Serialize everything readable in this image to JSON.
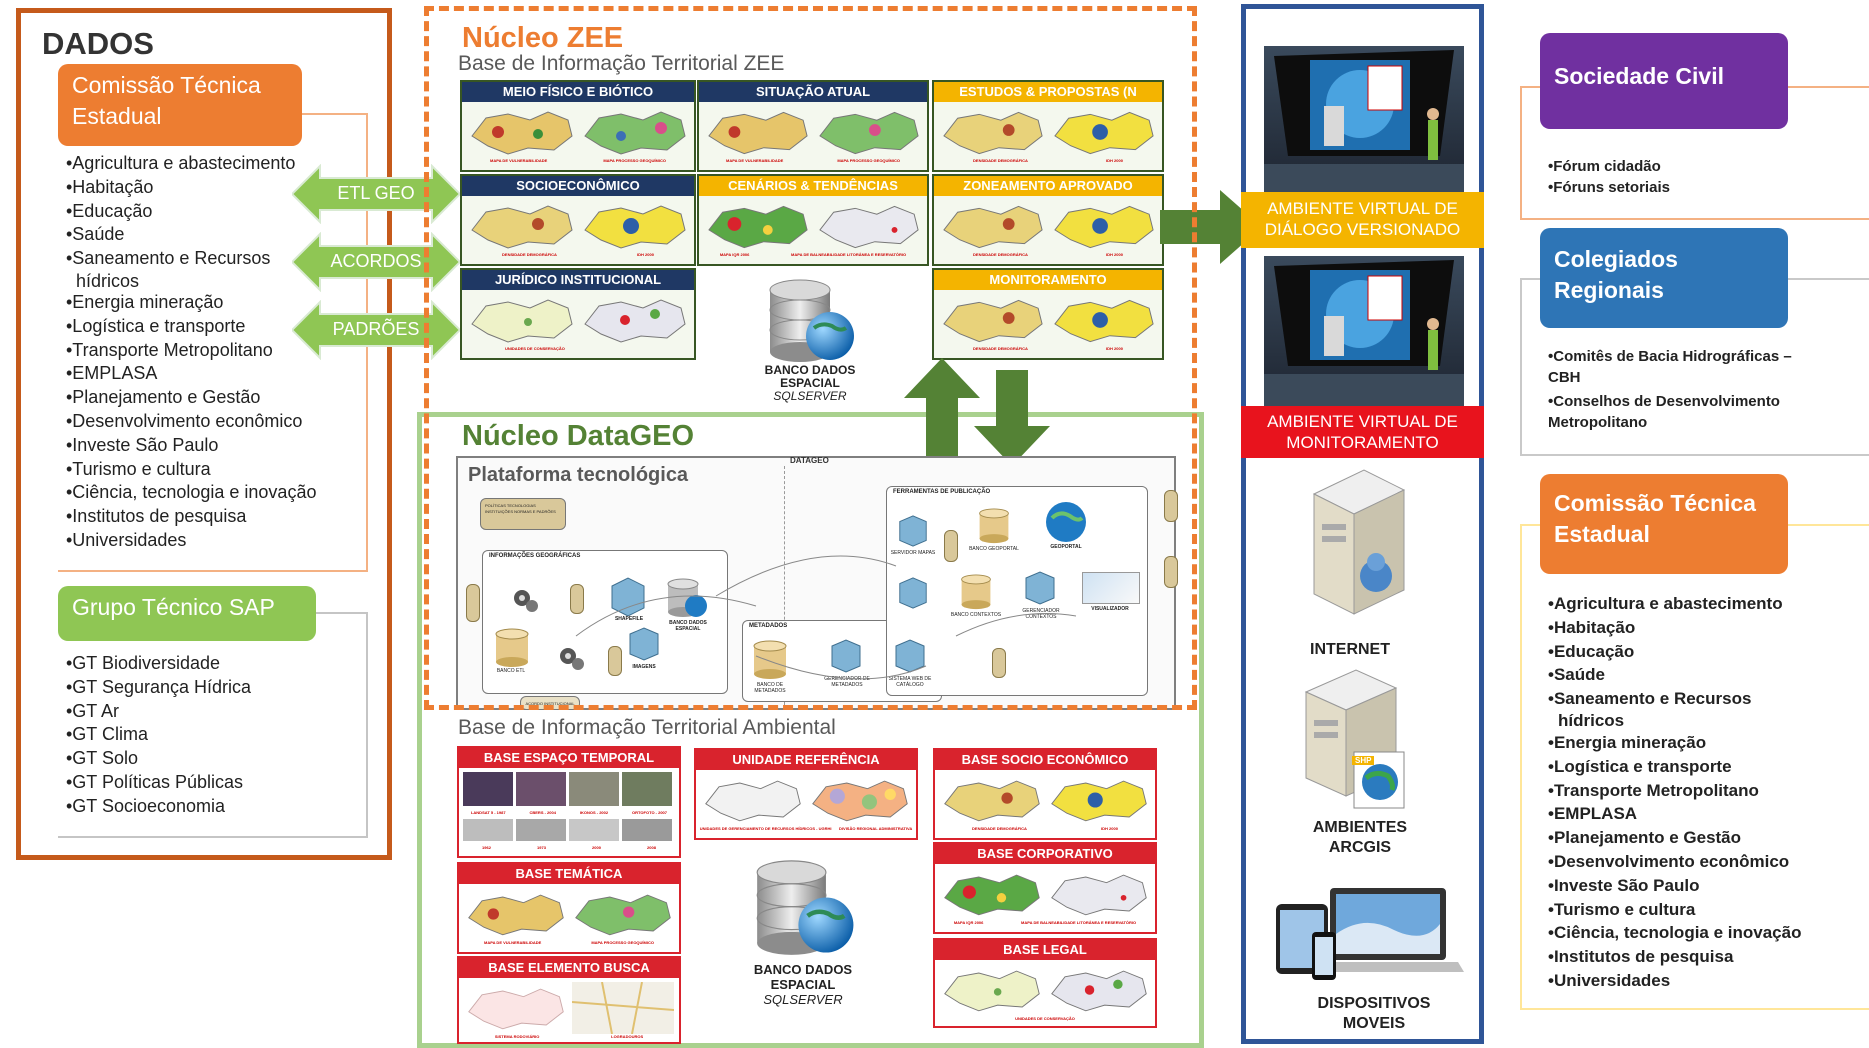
{
  "dados": {
    "title": "DADOS",
    "comissao": {
      "title_line1": "Comissão Técnica",
      "title_line2": "Estadual",
      "items": [
        "•Agricultura e abastecimento",
        "•Habitação",
        "•Educação",
        "•Saúde",
        "•Saneamento e Recursos",
        "hídricos",
        "•Energia mineração",
        "•Logística e transporte",
        "•Transporte Metropolitano",
        "•EMPLASA",
        "•Planejamento e Gestão",
        "•Desenvolvimento econômico",
        "•Investe São Paulo",
        "•Turismo e cultura",
        "•Ciência, tecnologia e inovação",
        "•Institutos de pesquisa",
        "•Universidades"
      ]
    },
    "grupo_sap": {
      "title": "Grupo Técnico SAP",
      "items": [
        "•GT Biodiversidade",
        "•GT Segurança Hídrica",
        "•GT Ar",
        "•GT Clima",
        "•GT Solo",
        "•GT Políticas Públicas",
        "•GT Socioeconomia"
      ]
    }
  },
  "arrows": {
    "etl": "ETL GEO",
    "acordos": "ACORDOS",
    "padroes": "PADRÕES"
  },
  "zee": {
    "title": "Núcleo ZEE",
    "subtitle": "Base de Informação Territorial ZEE",
    "blocks": [
      {
        "label": "MEIO FÍSICO E BIÓTICO",
        "cap_left": "MAPA DE VULNERABILIDADE",
        "cap_right": "MAPA PROCESSO GEOQUÍMICO"
      },
      {
        "label": "SITUAÇÃO ATUAL",
        "cap_left": "MAPA DE VULNERABILIDADE",
        "cap_right": "MAPA PROCESSO GEOQUÍMICO"
      },
      {
        "label": "ESTUDOS & PROPOSTAS (N",
        "cap_left": "DENSIDADE DEMOGRÁFICA",
        "cap_right": "IDH 2000"
      },
      {
        "label": "SOCIOECONÔMICO",
        "cap_left": "DENSIDADE DEMOGRÁFICA",
        "cap_right": "IDH 2000"
      },
      {
        "label": "CENÁRIOS & TENDÊNCIAS",
        "cap_left": "MAPA IQR 2006",
        "cap_right": "MAPA DE BALNEABILIDADE LITORÂNEA E RESERVATÓRIO"
      },
      {
        "label": "ZONEAMENTO APROVADO",
        "cap_left": "DENSIDADE DEMOGRÁFICA",
        "cap_right": "IDH 2000"
      },
      {
        "label": "JURÍDICO INSTITUCIONAL",
        "cap_left": "UNIDADES DE CONSERVAÇÃO",
        "cap_right": ""
      },
      {
        "label": "MONITORAMENTO",
        "cap_left": "DENSIDADE DEMOGRÁFICA",
        "cap_right": "IDH 2000"
      }
    ],
    "db_line1": "BANCO DADOS",
    "db_line2": "ESPACIAL",
    "db_line3": "SQLSERVER"
  },
  "datageo": {
    "title": "Núcleo DataGEO",
    "platform_title": "Plataforma tecnológica",
    "diagram_header": "DATAGEO",
    "tiny_labels": {
      "policies": "POLÍTICAS TECNOLOGIAS INSTITUIÇÕES NORMAS E PADRÕES",
      "info_geo": "INFORMAÇÕES GEOGRÁFICAS",
      "metadados": "METADADOS",
      "ferramentas": "FERRAMENTAS DE PUBLICAÇÃO",
      "shapefile": "SHAPEFILE",
      "banco_espacial": "BANCO DADOS ESPACIAL",
      "imagens": "IMAGENS",
      "banco_etl": "BANCO ETL",
      "metadados_db": "BANCO DE METADADOS",
      "gerenciador": "GERENCIADOR DE METADADOS",
      "catalogo": "SISTEMA WEB DE CATÁLOGO",
      "servidor_mapas": "SERVIDOR MAPAS",
      "banco_geoportal": "BANCO GEOPORTAL",
      "geoportal": "GEOPORTAL",
      "banco_contextos": "BANCO CONTEXTOS",
      "gerenciador_contextos": "GERENCIADOR CONTEXTOS",
      "visualizador": "VISUALIZADOR",
      "acordo": "ACORDO INSTITUCIONAL"
    }
  },
  "ambiental": {
    "subtitle": "Base de Informação Territorial Ambiental",
    "blocks": [
      {
        "label": "BASE ESPAÇO TEMPORAL",
        "caps": [
          "LANDSAT 5 - 1987",
          "CBERS - 2004",
          "IKONOS - 2002",
          "ORTOFOTO - 2007",
          "1962",
          "1973",
          "2000",
          "2008"
        ]
      },
      {
        "label": "UNIDADE REFERÊNCIA",
        "caps": [
          "UNIDADES DE GERENCIAMENTO DE RECURSOS HÍDRICOS - UGRHI",
          "DIVISÃO REGIONAL ADMINISTRATIVA"
        ]
      },
      {
        "label": "BASE SOCIO ECONÔMICO",
        "caps": [
          "DENSIDADE DEMOGRÁFICA",
          "IDH 2000"
        ]
      },
      {
        "label": "BASE TEMÁTICA",
        "caps": [
          "MAPA DE VULNERABILIDADE",
          "MAPA PROCESSO GEOQUÍMICO"
        ]
      },
      {
        "label": "BASE CORPORATIVO",
        "caps": [
          "MAPA IQR 2006",
          "MAPA DE BALNEABILIDADE LITORÂNEA E RESERVATÓRIO"
        ]
      },
      {
        "label": "BASE ELEMENTO BUSCA",
        "caps": [
          "SISTEMA RODOVIÁRIO",
          "LOGRADOUROS"
        ]
      },
      {
        "label": "BASE LEGAL",
        "caps": [
          "UNIDADES DE CONSERVAÇÃO"
        ]
      }
    ],
    "db_line1": "BANCO DADOS",
    "db_line2": "ESPACIAL",
    "db_line3": "SQLSERVER"
  },
  "middle_panel": {
    "dialogo_line1": "AMBIENTE VIRTUAL DE",
    "dialogo_line2": "DIÁLOGO VERSIONADO",
    "monit_line1": "AMBIENTE VIRTUAL DE",
    "monit_line2": "MONITORAMENTO",
    "internet": "INTERNET",
    "arcgis_line1": "AMBIENTES",
    "arcgis_line2": "ARCGIS",
    "arcgis_badge": "SHP",
    "moveis_line1": "DISPOSITIVOS",
    "moveis_line2": "MOVEIS"
  },
  "right": {
    "sociedade": {
      "title": "Sociedade Civil",
      "items": [
        "•Fórum cidadão",
        "•Fóruns setoriais"
      ]
    },
    "colegiados": {
      "title_line1": "Colegiados",
      "title_line2": "Regionais",
      "items": [
        "•Comitês de Bacia Hidrográficas –",
        "CBH",
        "•Conselhos de Desenvolvimento",
        "Metropolitano"
      ]
    },
    "comissao": {
      "title_line1": "Comissão Técnica",
      "title_line2": "Estadual",
      "items": [
        "•Agricultura e abastecimento",
        "•Habitação",
        "•Educação",
        "•Saúde",
        "•Saneamento e Recursos",
        "hídricos",
        "•Energia mineração",
        "•Logística e transporte",
        "•Transporte Metropolitano",
        "•EMPLASA",
        "•Planejamento e Gestão",
        "•Desenvolvimento econômico",
        "•Investe São Paulo",
        "•Turismo e cultura",
        "•Ciência, tecnologia e inovação",
        "•Institutos de pesquisa",
        "•Universidades"
      ]
    }
  },
  "colors": {
    "orange": "#ed7d31",
    "dark_orange": "#c55a1b",
    "green": "#8fc654",
    "dark_green": "#548235",
    "navy": "#1f3864",
    "gold": "#f4b400",
    "red": "#d9232d",
    "purple": "#7030a0",
    "blue": "#2e75b6",
    "panel_blue": "#2f5597"
  }
}
